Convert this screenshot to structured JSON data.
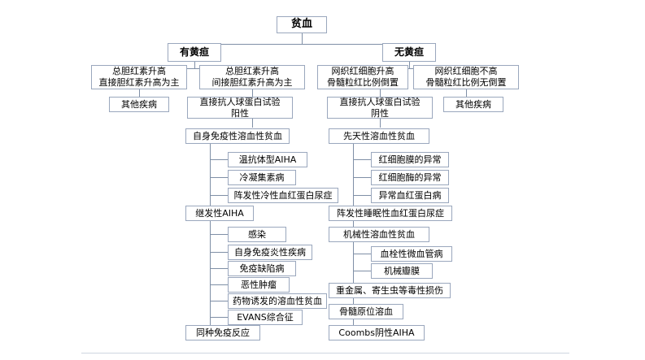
{
  "diagram": {
    "type": "flowchart",
    "title": "贫血",
    "nodes": [
      {
        "id": "root",
        "label": "贫血"
      },
      {
        "id": "jaundice",
        "label": "有黄疸"
      },
      {
        "id": "nojaundice",
        "label": "无黄疸"
      },
      {
        "id": "tbil-dbil",
        "label": "总胆红素升高\n直接胆红素升高为主"
      },
      {
        "id": "tbil-ibil",
        "label": "总胆红素升高\n间接胆红素升高为主"
      },
      {
        "id": "retic-high",
        "label": "网织红细胞升高\n骨髓粒红比例倒置"
      },
      {
        "id": "retic-norm",
        "label": "网织红细胞不高\n骨髓粒红比例无倒置"
      },
      {
        "id": "other-left",
        "label": "其他疾病"
      },
      {
        "id": "other-right",
        "label": "其他疾病"
      },
      {
        "id": "coombs-pos",
        "label": "直接抗人球蛋白试验\n阳性"
      },
      {
        "id": "coombs-neg",
        "label": "直接抗人球蛋白试验\n阴性"
      },
      {
        "id": "aiha",
        "label": "自身免疫性溶血性贫血"
      },
      {
        "id": "warm",
        "label": "温抗体型AIHA"
      },
      {
        "id": "cold",
        "label": "冷凝集素病"
      },
      {
        "id": "pch",
        "label": "阵发性冷性血红蛋白尿症"
      },
      {
        "id": "secondary",
        "label": "继发性AIHA"
      },
      {
        "id": "infection",
        "label": "感染"
      },
      {
        "id": "autoimmune",
        "label": "自身免疫炎性疾病"
      },
      {
        "id": "immunodef",
        "label": "免疫缺陷病"
      },
      {
        "id": "malignancy",
        "label": "恶性肿瘤"
      },
      {
        "id": "drug",
        "label": "药物诱发的溶血性贫血"
      },
      {
        "id": "evans",
        "label": "EVANS综合征"
      },
      {
        "id": "alloimmune",
        "label": "同种免疫反应"
      },
      {
        "id": "congenital",
        "label": "先天性溶血性贫血"
      },
      {
        "id": "membrane",
        "label": "红细胞膜的异常"
      },
      {
        "id": "enzyme",
        "label": "红细胞酶的异常"
      },
      {
        "id": "hemoglobin",
        "label": "异常血红蛋白病"
      },
      {
        "id": "pnh",
        "label": "阵发性睡眠性血红蛋白尿症"
      },
      {
        "id": "mechanical",
        "label": "机械性溶血性贫血"
      },
      {
        "id": "tma",
        "label": "血栓性微血管病"
      },
      {
        "id": "valve",
        "label": "机械瓣膜"
      },
      {
        "id": "toxic",
        "label": "重金属、寄生虫等毒性损伤"
      },
      {
        "id": "marrow",
        "label": "骨髓原位溶血"
      },
      {
        "id": "coombs-neg-aiha",
        "label": "Coombs阴性AIHA"
      }
    ],
    "colors": {
      "border": "#9aa7bd",
      "connector": "#7f8fa6",
      "background": "#ffffff",
      "text": "#000000"
    }
  }
}
